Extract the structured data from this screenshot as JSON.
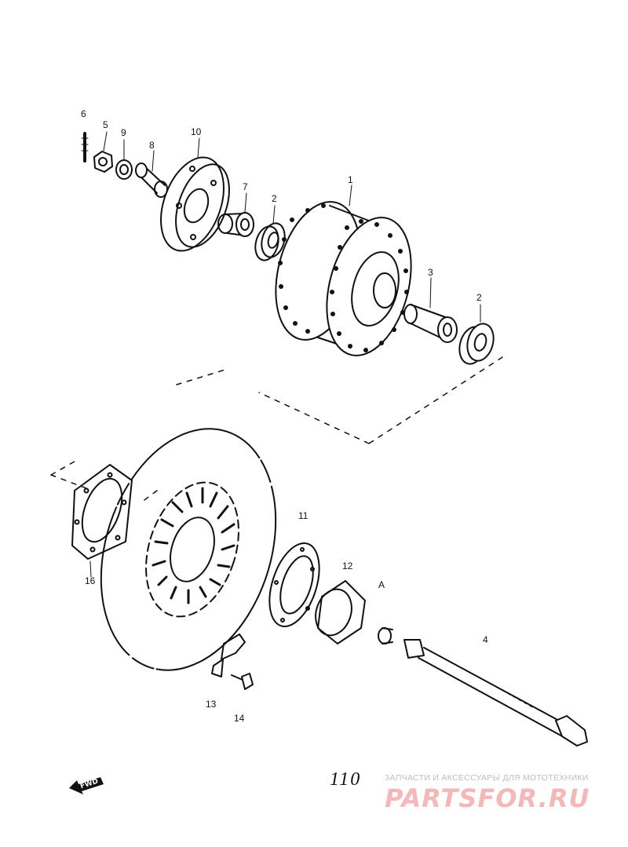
{
  "callouts": [
    {
      "id": "c6",
      "text": "6"
    },
    {
      "id": "c5",
      "text": "5"
    },
    {
      "id": "c9",
      "text": "9"
    },
    {
      "id": "c8",
      "text": "8"
    },
    {
      "id": "c10",
      "text": "10"
    },
    {
      "id": "c7",
      "text": "7"
    },
    {
      "id": "c2a",
      "text": "2"
    },
    {
      "id": "c1",
      "text": "1"
    },
    {
      "id": "c3",
      "text": "3"
    },
    {
      "id": "c2b",
      "text": "2"
    },
    {
      "id": "c11",
      "text": "11"
    },
    {
      "id": "c16",
      "text": "16"
    },
    {
      "id": "c12",
      "text": "12"
    },
    {
      "id": "cA",
      "text": "A"
    },
    {
      "id": "c4",
      "text": "4"
    },
    {
      "id": "c13",
      "text": "13"
    },
    {
      "id": "c14",
      "text": "14"
    }
  ],
  "page_number": "110",
  "fwd_label": "FWD",
  "watermark": {
    "tagline": "ЗАПЧАСТИ И АКСЕССУАРЫ ДЛЯ МОТОТЕХНИКИ",
    "logo": "PARTSFOR.RU"
  }
}
